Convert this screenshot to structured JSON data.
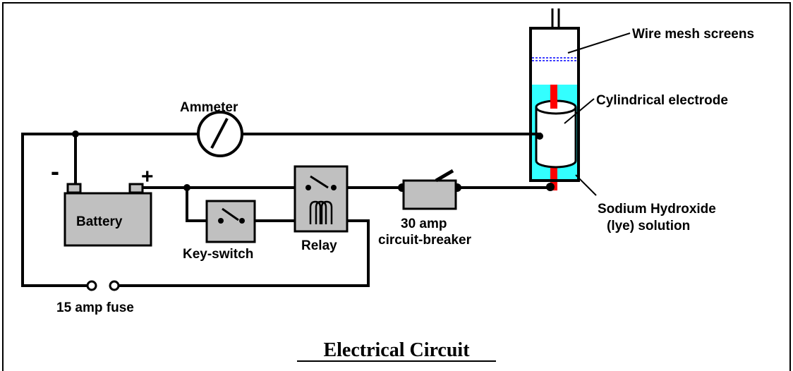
{
  "title": "Electrical Circuit",
  "labels": {
    "wire_mesh": "Wire mesh screens",
    "electrode": "Cylindrical electrode",
    "ammeter": "Ammeter",
    "solution_line1": "Sodium Hydroxide",
    "solution_line2": "(lye) solution",
    "battery": "Battery",
    "battery_neg": "-",
    "battery_pos": "+",
    "key_switch": "Key-switch",
    "relay": "Relay",
    "breaker_line1": "30 amp",
    "breaker_line2": "circuit-breaker",
    "fuse": "15 amp fuse"
  },
  "colors": {
    "wire": "#000000",
    "component_fill": "#c0c0c0",
    "solution": "#33ffff",
    "electrode_rod": "#ff0000",
    "mesh_screen": "#0000ff",
    "background": "#ffffff"
  }
}
